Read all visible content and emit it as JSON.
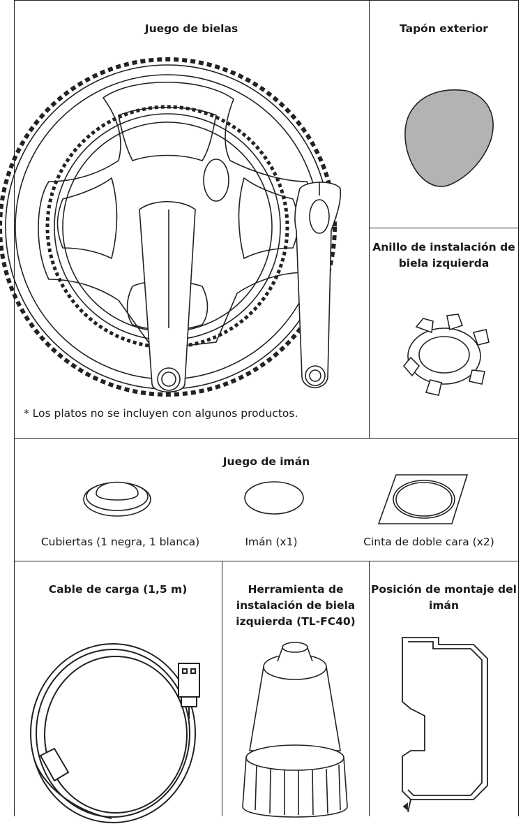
{
  "sections": {
    "crankset": {
      "title": "Juego de bielas",
      "note": "* Los platos no se incluyen con algunos productos."
    },
    "outer_cap": {
      "title": "Tapón exterior"
    },
    "left_crank_ring": {
      "title": "Anillo de instalación de biela izquierda"
    },
    "magnet_set": {
      "title": "Juego de imán",
      "items": [
        {
          "label": "Cubiertas (1 negra, 1 blanca)"
        },
        {
          "label": "Imán (x1)"
        },
        {
          "label": "Cinta de doble cara (x2)"
        }
      ]
    },
    "charging_cable": {
      "title": "Cable de carga (1,5 m)"
    },
    "install_tool": {
      "title": "Herramienta de instalación de biela izquierda (TL-FC40)"
    },
    "magnet_position": {
      "title": "Posición de montaje del imán"
    }
  },
  "colors": {
    "line": "#222222",
    "cap_fill": "#b3b3b3"
  }
}
